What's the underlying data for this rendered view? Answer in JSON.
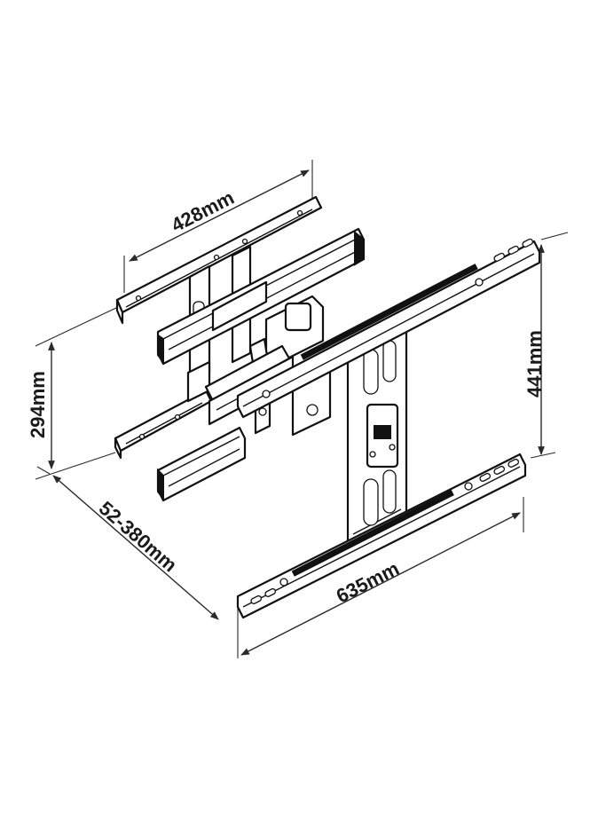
{
  "dimensions": {
    "top_bracket_width": "428mm",
    "wall_plate_height": "294mm",
    "extension_range": "52-380mm",
    "tv_rail_width": "635mm",
    "tv_rail_height": "441mm"
  }
}
